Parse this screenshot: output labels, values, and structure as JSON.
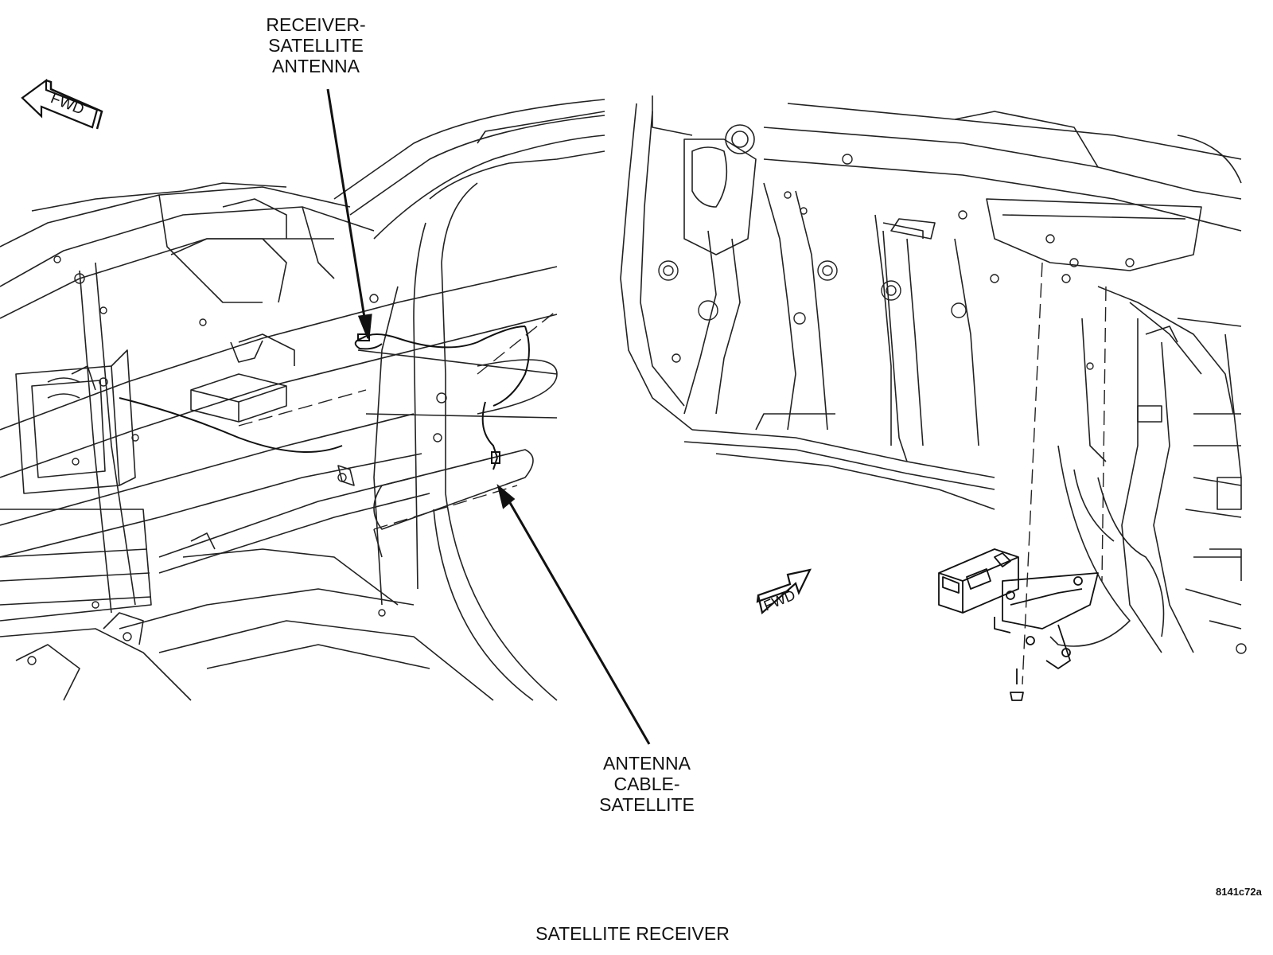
{
  "callouts": {
    "receiver_antenna": "RECEIVER-\nSATELLITE\nANTENNA",
    "antenna_cable": "ANTENNA\nCABLE-\nSATELLITE"
  },
  "fwd_labels": {
    "left": "FWD",
    "right": "FWD"
  },
  "figure_id": "8141c72a",
  "caption": "SATELLITE RECEIVER"
}
